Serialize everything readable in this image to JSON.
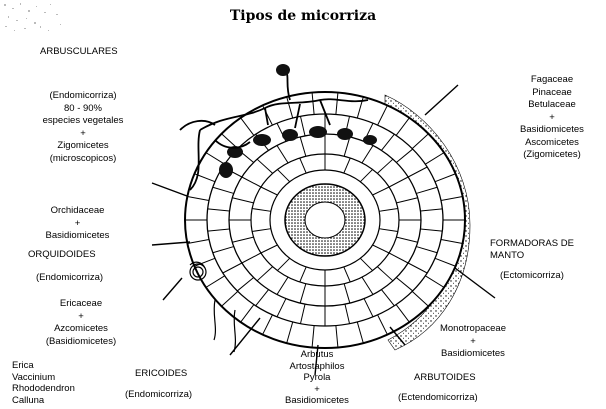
{
  "title": "Tipos de micorriza",
  "arbusculares": {
    "heading": "ARBUSCULARES",
    "type": "(Endomicorriza)",
    "pct": "80 - 90%",
    "species": "especies vegetales",
    "plus": "+",
    "fungi": "Zigomicetes",
    "note": "(microscopicos)"
  },
  "manto_hosts": {
    "l1": "Fagaceae",
    "l2": "Pinaceae",
    "l3": "Betulaceae",
    "plus": "+",
    "l4": "Basidiomicetes",
    "l5": "Ascomicetes",
    "l6": "(Zigomicetes)"
  },
  "formadoras": {
    "l1": "FORMADORAS DE",
    "l2": "MANTO",
    "type": "(Ectomicorriza)"
  },
  "orquidoides": {
    "host": "Orchidaceae",
    "plus": "+",
    "fungi": "Basidiomicetes",
    "heading": "ORQUIDOIDES",
    "type": "(Endomicorriza)"
  },
  "ericaceae": {
    "host": "Ericaceae",
    "plus": "+",
    "f1": "Azcomicetes",
    "f2": "(Basidiomicetes)"
  },
  "erica_list": {
    "l1": "Erica",
    "l2": "Vaccinium",
    "l3": "Rhododendron",
    "l4": "Calluna"
  },
  "ericoides": {
    "heading": "ERICOIDES",
    "type": "(Endomicorriza)"
  },
  "arbutus_list": {
    "l1": "Arbutus",
    "l2": "Artostaphilos",
    "l3": "Pyrola",
    "plus": "+",
    "l4": "Basidiomicetes"
  },
  "monotropaceae": {
    "host": "Monotropaceae",
    "plus": "+",
    "fungi": "Basidiomicetes"
  },
  "arbutoides": {
    "heading": "ARBUTOIDES",
    "type": "(Ectendomicorriza)"
  }
}
